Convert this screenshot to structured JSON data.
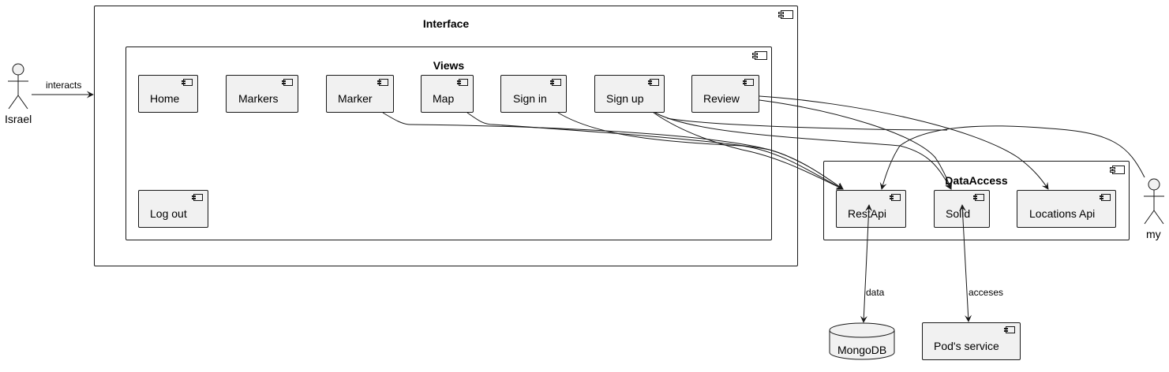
{
  "actors": {
    "left": "Israel",
    "right": "my"
  },
  "interface": {
    "title": "Interface",
    "views": {
      "title": "Views",
      "components": [
        "Home",
        "Markers",
        "Marker",
        "Map",
        "Sign in",
        "Sign up",
        "Review",
        "Log out"
      ]
    }
  },
  "data_access": {
    "title": "DataAccess",
    "components": [
      "RestApi",
      "Solid",
      "Locations Api"
    ]
  },
  "database": "MongoDB",
  "pod_service": "Pod's service",
  "edge_labels": {
    "interacts": "interacts",
    "data": "data",
    "acceses": "acceses"
  }
}
